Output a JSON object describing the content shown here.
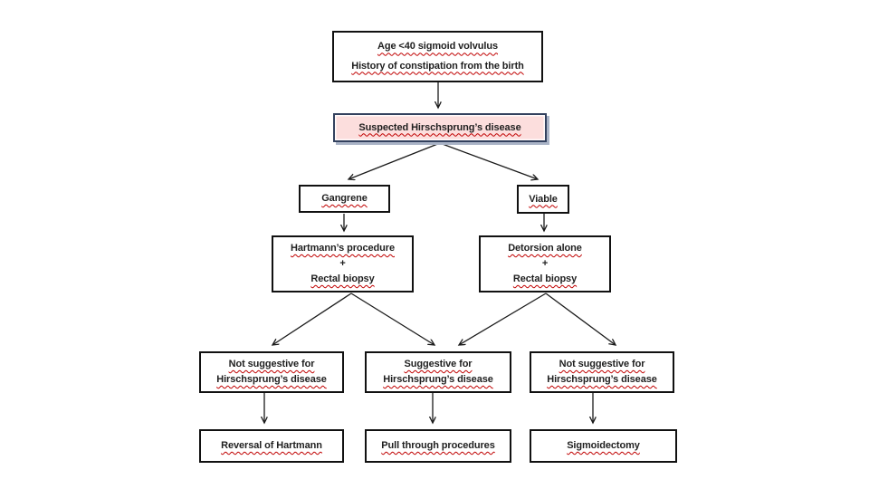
{
  "flowchart": {
    "nodes": {
      "entry": {
        "lines": [
          "Age <40 sigmoid volvulus",
          "History of constipation from the birth"
        ]
      },
      "suspected": {
        "label": "Suspected Hirschsprung’s disease"
      },
      "gangrene": {
        "label": "Gangrene"
      },
      "viable": {
        "label": "Viable"
      },
      "hartmann": {
        "lines": [
          "Hartmann’s procedure",
          "+",
          "Rectal biopsy"
        ]
      },
      "detorsion": {
        "lines": [
          "Detorsion alone",
          "+",
          "Rectal biopsy"
        ]
      },
      "not_suggestive_left": {
        "lines": [
          "Not suggestive for",
          "Hirschsprung’s disease"
        ]
      },
      "suggestive": {
        "lines": [
          "Suggestive for",
          "Hirschsprung’s disease"
        ]
      },
      "not_suggestive_right": {
        "lines": [
          "Not suggestive for",
          "Hirschsprung’s disease"
        ]
      },
      "reversal": {
        "label": "Reversal of Hartmann"
      },
      "pull_through": {
        "label": "Pull through procedures"
      },
      "sigmoidectomy": {
        "label": "Sigmoidectomy"
      }
    },
    "colors": {
      "highlight_fill": "#fcdedd",
      "highlight_border": "#33415e",
      "highlight_shadow": "#a9b3c6",
      "spellcheck_underline": "#c00000",
      "box_border": "#111111"
    }
  }
}
